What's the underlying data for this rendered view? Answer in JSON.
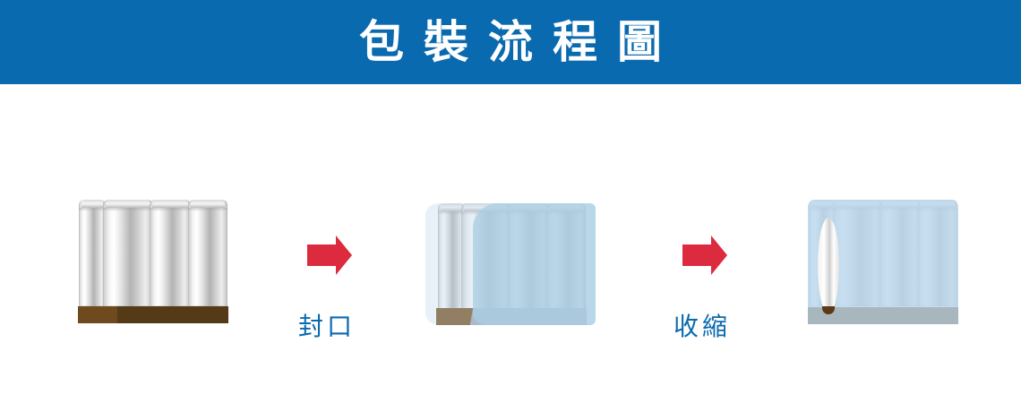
{
  "header": {
    "title": "包裝流程圖",
    "background_color": "#0A6AAF",
    "text_color": "#FFFFFF"
  },
  "steps": [
    {
      "name": "unwrapped-cans",
      "description": "6-pack cans on brown pallet"
    },
    {
      "name": "sealed-cans",
      "description": "cans wrapped in film, open at side"
    },
    {
      "name": "shrunk-cans",
      "description": "cans with shrunk film, oval opening"
    }
  ],
  "transitions": [
    {
      "label": "封口",
      "icon": "arrow-right-icon"
    },
    {
      "label": "收縮",
      "icon": "arrow-right-icon"
    }
  ],
  "colors": {
    "arrow": "#DC2B3F",
    "label": "#0A6AAF",
    "pallet_dark": "#553A18",
    "pallet_light": "#6E4A1E",
    "film": "#B4D4E8",
    "film_base": "#A8B6BE"
  }
}
